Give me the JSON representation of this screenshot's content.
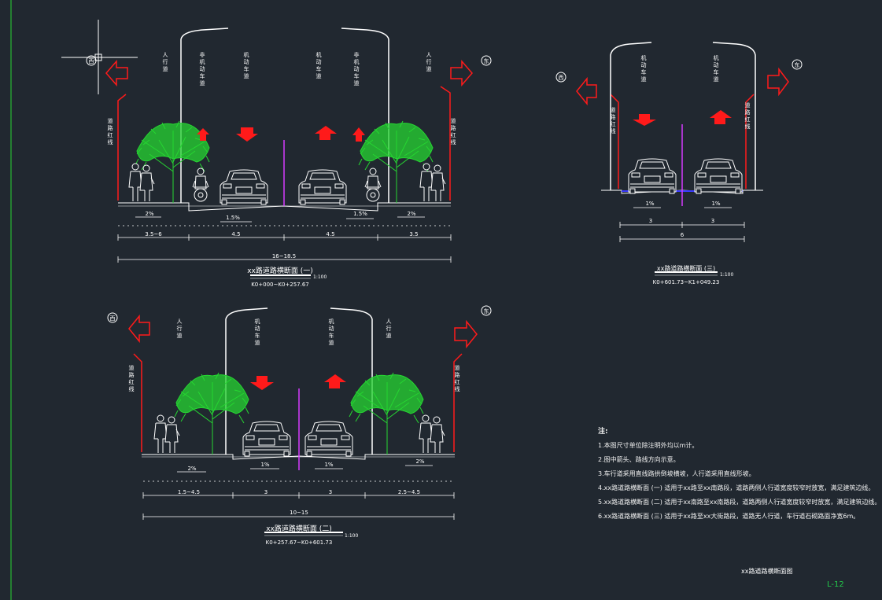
{
  "colors": {
    "background": "#212830",
    "line": "#ffffff",
    "red": "#ff1a1a",
    "tree": "#26d632",
    "magenta": "#d63aff",
    "green_text": "#22c94a"
  },
  "sections": [
    {
      "title": "xx路道路横断面 (一)",
      "scale": "1:100",
      "station": "K0+000~K0+257.67",
      "dir_left": "西",
      "dir_right": "东",
      "labels": {
        "ped": "人行道",
        "nonmotor": "非机动车道",
        "motor": "机动车道",
        "red_line": "道路红线"
      },
      "slopes": [
        "2%",
        "1.5%",
        "1.5%",
        "2%"
      ],
      "dims": [
        "3.5~6",
        "4.5",
        "4.5",
        "3.5"
      ],
      "total": "16~18.5"
    },
    {
      "title": "xx路道路横断面 (二)",
      "scale": "1:100",
      "station": "K0+257.67~K0+601.73",
      "dir_left": "西",
      "dir_right": "东",
      "labels": {
        "ped": "人行道",
        "motor": "机动车道",
        "red_line": "道路红线"
      },
      "slopes": [
        "2%",
        "1%",
        "1%",
        "2%"
      ],
      "dims": [
        "1.5~4.5",
        "3",
        "3",
        "2.5~4.5"
      ],
      "total": "10~15"
    },
    {
      "title": "xx路道路横断面 (三)",
      "scale": "1:100",
      "station": "K0+601.73~K1+049.23",
      "dir_left": "西",
      "dir_right": "东",
      "labels": {
        "motor": "机动车道",
        "red_line": "道路红线"
      },
      "slopes": [
        "1%",
        "1%"
      ],
      "dims": [
        "3",
        "3"
      ],
      "total": "6"
    }
  ],
  "notes": {
    "heading": "注:",
    "items": [
      "1.本图尺寸单位除注明外均以m计。",
      "2.图中箭头、路线方向示意。",
      "3.车行道采用直线路拱倒坡横坡，人行道采用直线形坡。",
      "4.xx路道路横断面 (一) 适用于xx路至xx南路段，道路两侧人行道宽度较窄时放宽，满足建筑边线。",
      "5.xx路道路横断面 (二) 适用于xx南路至xx南路段，道路两侧人行道宽度较窄时放宽，满足建筑边线。",
      "6.xx路道路横断面 (三) 适用于xx路至xx大街路段，道路无人行道，车行道石砌路面净宽6m。"
    ]
  },
  "drawing_title": "xx路道路横断面图",
  "sheet_no": "L-12"
}
